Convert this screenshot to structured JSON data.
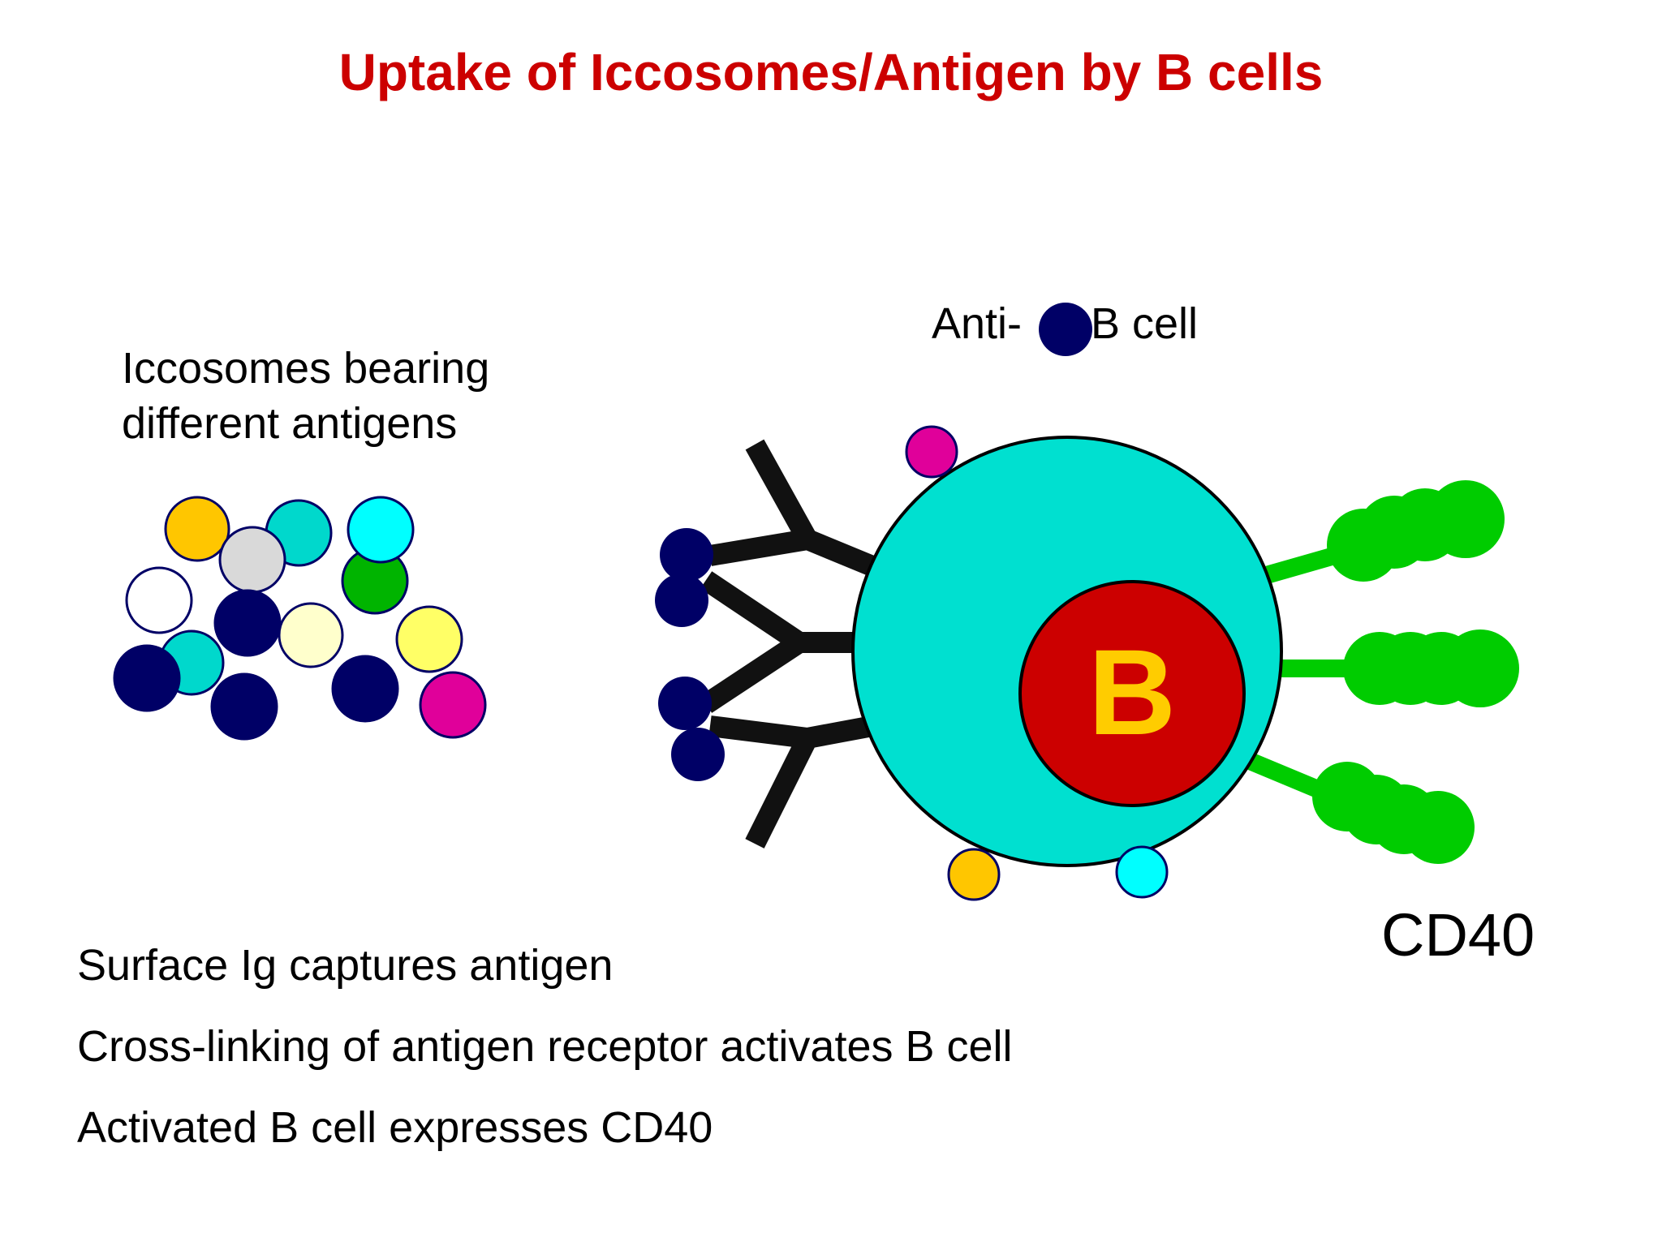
{
  "title": "Uptake of Iccosomes/Antigen by B cells",
  "iccosome_label": {
    "line1": "Iccosomes bearing",
    "line2": "different antigens"
  },
  "anti_b_cell_label": {
    "prefix": "Anti-",
    "suffix": "B cell"
  },
  "b_cell_letter": "B",
  "cd40_label": "CD40",
  "bullets": [
    "Surface Ig captures antigen",
    "Cross-linking of antigen receptor activates B cell",
    "Activated B cell expresses CD40"
  ],
  "colors": {
    "title": "#cc0000",
    "cell_body": "#00e0d0",
    "nucleus": "#cc0000",
    "nucleus_letter": "#ffcc00",
    "cd40": "#00cc00",
    "antibody": "#111111",
    "navy": "#000066",
    "orange": "#ffc600",
    "grey": "#d9d9d9",
    "teal": "#00d8cc",
    "cyan": "#00ffff",
    "green": "#00b400",
    "white": "#ffffff",
    "cream": "#ffffcc",
    "yellow": "#ffff66",
    "magenta": "#e0009a"
  }
}
